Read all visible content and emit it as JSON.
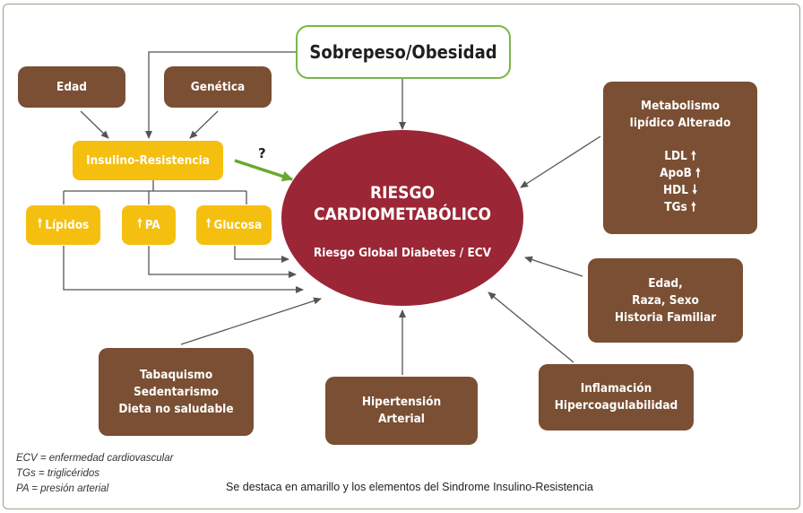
{
  "top_factor": "Sobrepeso/Obesidad",
  "left_factors": {
    "age": "Edad",
    "genetics": "Genética"
  },
  "insulin_resistance": "Insulino-Resistencia",
  "question_mark": "?",
  "ir_effects": {
    "lipids": "Lípidos",
    "bp": "PA",
    "glucose": "Glucosa"
  },
  "up_arrow_glyph": "🠕",
  "center": {
    "line1": "RIESGO",
    "line2": "CARDIOMETABÓLICO",
    "subtitle": "Riesgo Global Diabetes / ECV"
  },
  "lipid_metabolism": {
    "title_line1": "Metabolismo",
    "title_line2": "lipídico Alterado",
    "items": [
      "LDL 🠕",
      "ApoB 🠕",
      "HDL 🠗",
      "TGs 🠕"
    ]
  },
  "demographics": {
    "line1": "Edad,",
    "line2": "Raza, Sexo",
    "line3": "Historia Familiar"
  },
  "inflammation": {
    "line1": "Inflamación",
    "line2": "Hipercoagulabilidad"
  },
  "hypertension": {
    "line1": "Hipertensión",
    "line2": "Arterial"
  },
  "lifestyle": {
    "line1": "Tabaquismo",
    "line2": "Sedentarismo",
    "line3": "Dieta no saludable"
  },
  "legend": [
    "ECV = enfermedad cardiovascular",
    "TGs = triglicéridos",
    "PA = presión arterial"
  ],
  "footnote": "Se destaca en amarillo y los elementos del Sindrome Insulino-Resistencia",
  "colors": {
    "brown": "#7a4f33",
    "yellow": "#f5bf0f",
    "crimson": "#9b2636",
    "green": "#7ab648",
    "connector": "#555555"
  }
}
